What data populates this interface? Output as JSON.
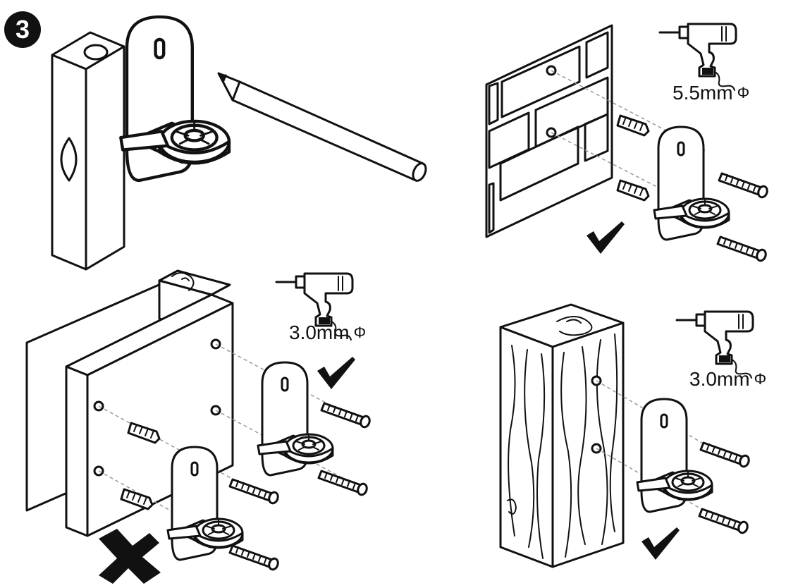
{
  "step": {
    "number": "3"
  },
  "drills": {
    "brick": {
      "size": "5.5mm",
      "symbol": "Φ"
    },
    "hollow_wall": {
      "size": "3.0mm",
      "symbol": "Φ"
    },
    "wood": {
      "size": "3.0mm",
      "symbol": "Φ"
    }
  },
  "panels": [
    {
      "id": "mark-position",
      "icons": [
        "spirit-level-icon",
        "bracket-icon",
        "pencil-icon"
      ]
    },
    {
      "id": "brick-wall",
      "status": "correct",
      "icons": [
        "drill-icon",
        "wall-plug-icon",
        "screw-icon",
        "bracket-icon",
        "check-icon"
      ]
    },
    {
      "id": "hollow-wall",
      "status": "correct-with-stud / incorrect-with-plugs",
      "icons": [
        "drill-icon",
        "wall-plug-icon",
        "screw-icon",
        "bracket-icon",
        "check-icon",
        "cross-icon"
      ]
    },
    {
      "id": "wood-post",
      "status": "correct",
      "icons": [
        "drill-icon",
        "screw-icon",
        "bracket-icon",
        "check-icon"
      ]
    }
  ],
  "colors": {
    "line": "#111111",
    "background": "#ffffff"
  }
}
